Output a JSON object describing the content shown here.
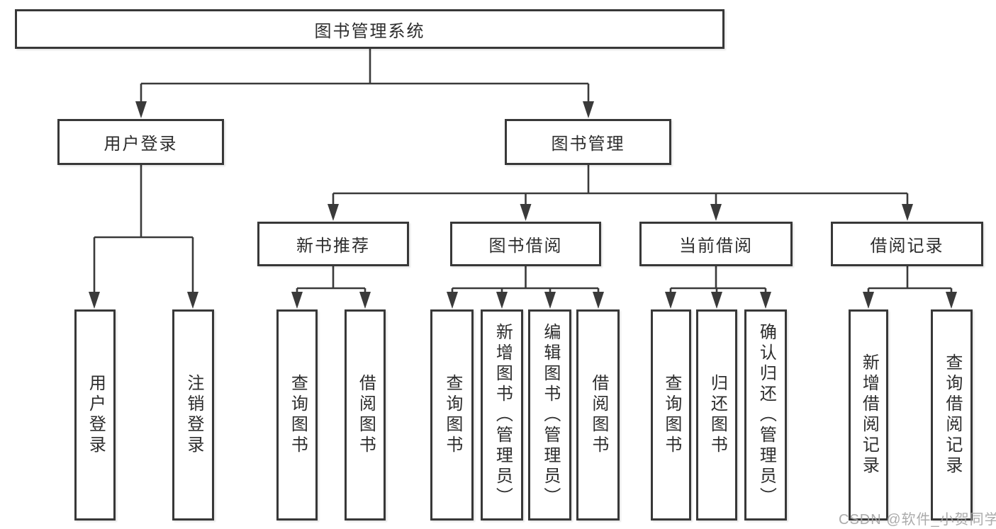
{
  "page": {
    "type": "functional-structure-diagram",
    "watermark": "CSDN @软件_小贺同学"
  },
  "colors": {
    "line": "#3a3a3a",
    "border": "#383838",
    "text": "#2d2d2d",
    "background": "#ffffff",
    "watermark": "#a4a4a4"
  },
  "tree": {
    "label": "图书管理系统",
    "children": [
      {
        "label": "用户登录",
        "children": [
          {
            "label": "用户登录"
          },
          {
            "label": "注销登录"
          }
        ]
      },
      {
        "label": "图书管理",
        "children": [
          {
            "label": "新书推荐",
            "children": [
              {
                "label": "查询图书"
              },
              {
                "label": "借阅图书"
              }
            ]
          },
          {
            "label": "图书借阅",
            "children": [
              {
                "label": "查询图书"
              },
              {
                "label": "新增图书（管理员）"
              },
              {
                "label": "编辑图书（管理员）"
              },
              {
                "label": "借阅图书"
              }
            ]
          },
          {
            "label": "当前借阅",
            "children": [
              {
                "label": "查询图书"
              },
              {
                "label": "归还图书"
              },
              {
                "label": "确认归还（管理员）"
              }
            ]
          },
          {
            "label": "借阅记录",
            "children": [
              {
                "label": "新增借阅记录"
              },
              {
                "label": "查询借阅记录"
              }
            ]
          }
        ]
      }
    ]
  }
}
